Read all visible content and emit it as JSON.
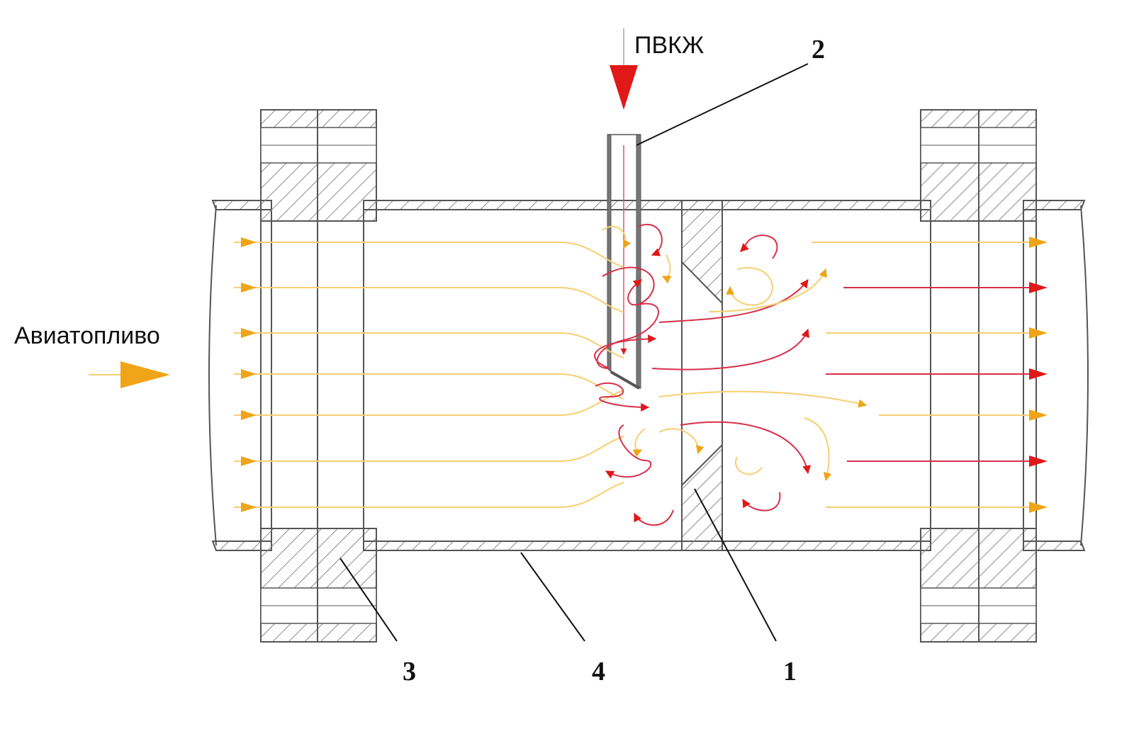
{
  "labels": {
    "inlet": "Авиатопливо",
    "additive": "ПВКЖ"
  },
  "callouts": {
    "one": "1",
    "two": "2",
    "three": "3",
    "four": "4"
  },
  "colors": {
    "fuel": "#f0a418",
    "fuel_line": "#f7cf70",
    "additive": "#e01818",
    "additive_line": "#d8304a",
    "structure": "#555555",
    "hatch": "#8a8a8a"
  }
}
